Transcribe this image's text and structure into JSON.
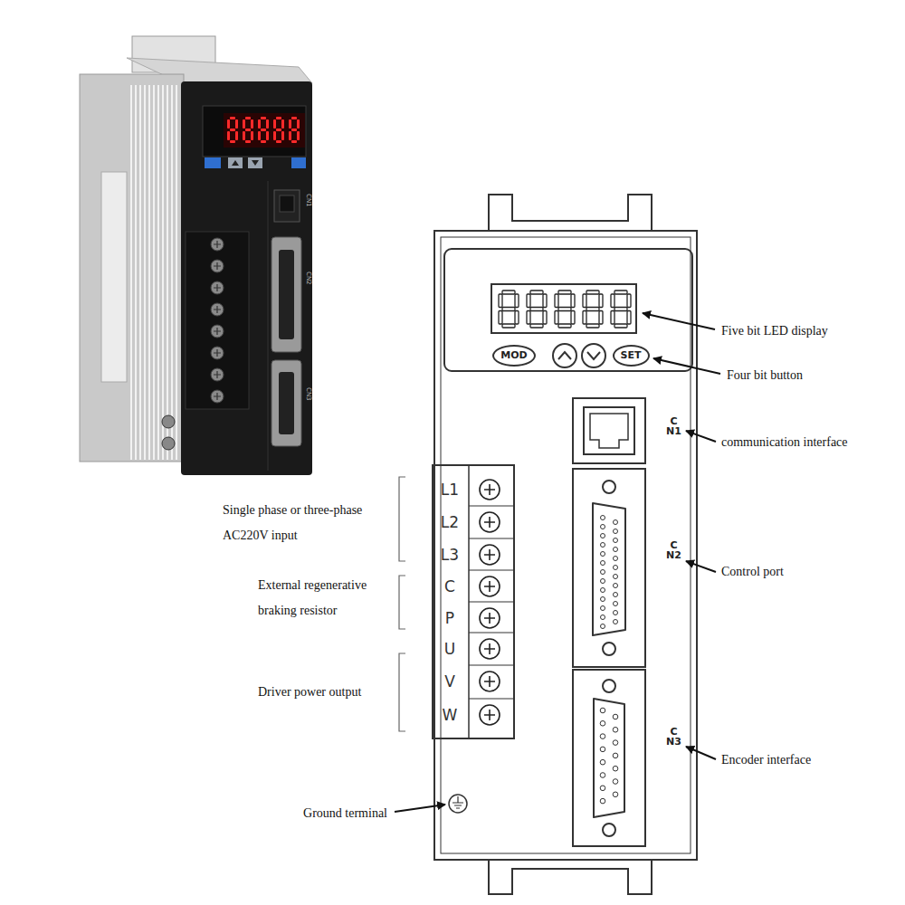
{
  "diagram": {
    "nodes": [
      {
        "text": [
          "MOD"
        ]
      },
      {
        "text": [
          "SET"
        ]
      }
    ],
    "labels": [
      "CN1",
      "CN2",
      "CN3",
      "Five bit LED display",
      "Four bit button",
      "CN1",
      "communication interface",
      "L1",
      "Single phase or three-phase AC220V input",
      "L2",
      "L3",
      "CN2",
      "Control port",
      "External regenerative braking resistor",
      "C",
      "P",
      "U",
      "Driver power output",
      "V",
      "W",
      "CN3",
      "Encoder interface",
      "Ground terminal"
    ]
  }
}
